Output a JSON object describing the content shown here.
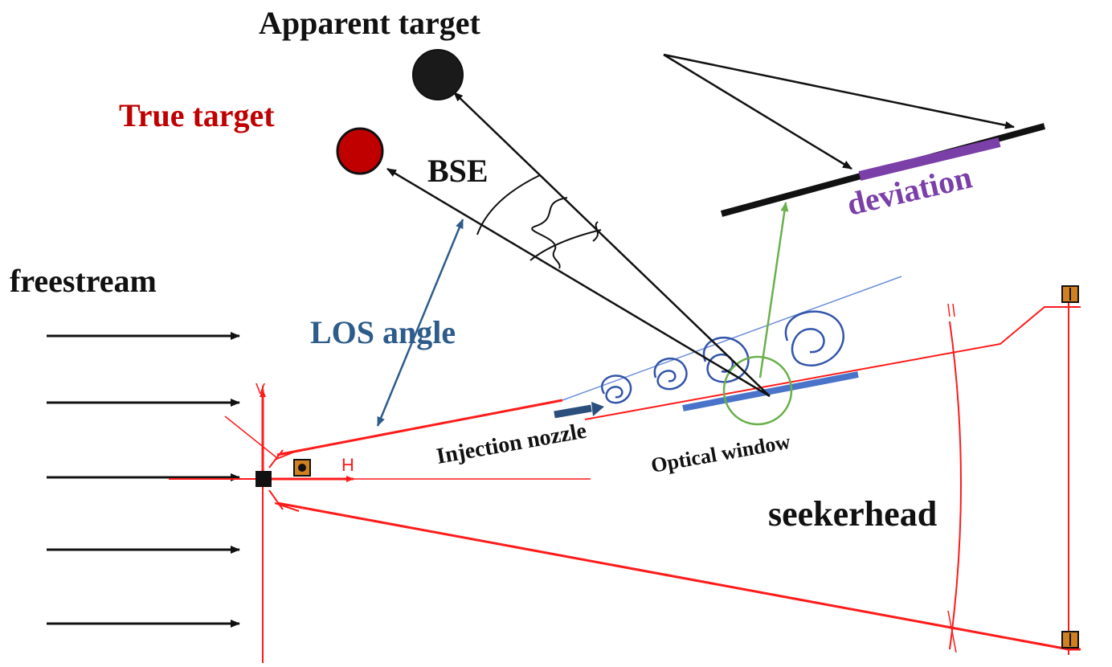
{
  "labels": {
    "apparent_target": "Apparent target",
    "true_target": "True target",
    "bse": "BSE",
    "freestream": "freestream",
    "los_angle": "LOS angle",
    "deviation": "deviation",
    "injection_nozzle": "Injection nozzle",
    "optical_window": "Optical window",
    "seekerhead": "seekerhead",
    "axis_h": "H",
    "axis_v": "V"
  },
  "colors": {
    "true_target": "#c00000",
    "apparent_target": "#1a1a1a",
    "los_angle": "#2e5c8a",
    "deviation": "#7b3fa8",
    "geometry": "#ff1a1a",
    "vortex": "#3355aa",
    "optical_window": "#4a74c9",
    "green_ray": "#6ab04c"
  }
}
